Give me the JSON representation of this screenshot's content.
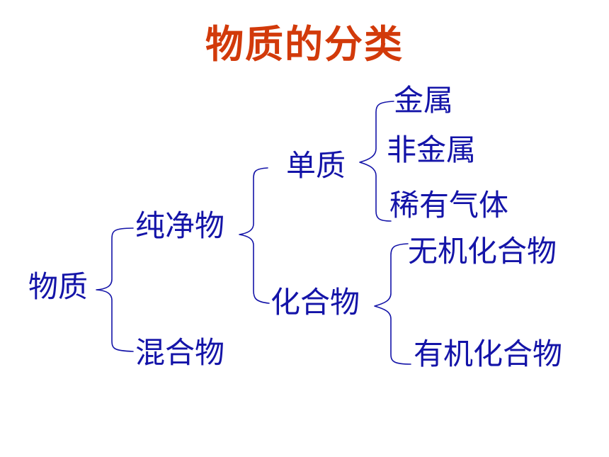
{
  "title": "物质的分类",
  "colors": {
    "title": "#d23a0a",
    "node": "#1414a8",
    "brace": "#1414a8"
  },
  "tree": {
    "root": "物质",
    "pure": "纯净物",
    "mixture": "混合物",
    "element": "单质",
    "compound": "化合物",
    "metal": "金属",
    "nonmetal": "非金属",
    "noble_gas": "稀有气体",
    "inorganic": "无机化合物",
    "organic": "有机化合物"
  }
}
